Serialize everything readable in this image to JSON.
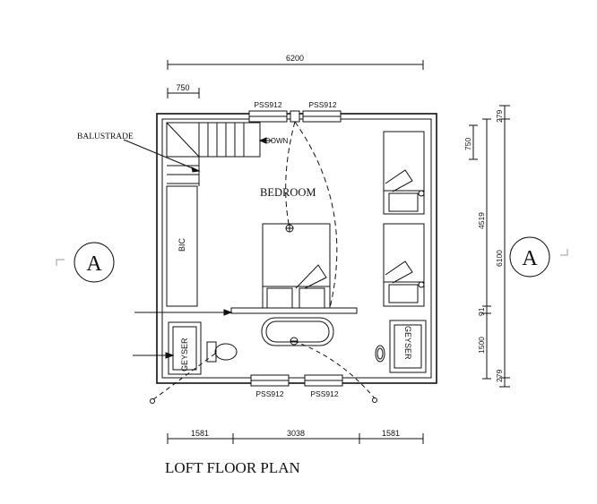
{
  "title": "LOFT FLOOR PLAN",
  "section_marker": "A",
  "dimensions": {
    "overall_width": "6200",
    "stair_width": "750",
    "bottom_left": "1581",
    "bottom_mid": "3038",
    "bottom_right": "1581",
    "right_overall": "6100",
    "right_top_wall": "279",
    "right_small": "750",
    "right_mid": "4519",
    "right_small2": "91",
    "right_lower": "1500",
    "right_bottom_wall": "279"
  },
  "windows": {
    "top_left": "PSS912",
    "top_right": "PSS912",
    "bottom_left": "PSS912",
    "bottom_right": "PSS912"
  },
  "labels": {
    "balustrade": "BALUSTRADE",
    "down": "DOWN",
    "bedroom": "BEDROOM",
    "bic": "BIC",
    "geyser_left": "GEYSER",
    "geyser_right": "GEYSER"
  },
  "colors": {
    "ink": "#111111",
    "background": "#ffffff"
  }
}
